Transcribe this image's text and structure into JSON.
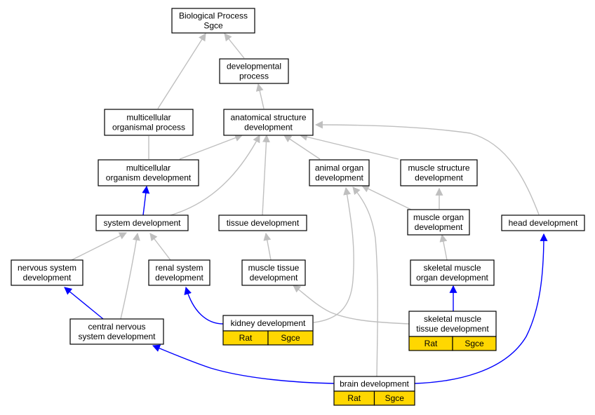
{
  "colors": {
    "is_a": "#bfbfbf",
    "part_of": "#0000ff",
    "annotation": "#ffd700"
  },
  "nodes": {
    "bp": {
      "lines": [
        "Biological Process",
        "Sgce"
      ]
    },
    "dev": {
      "lines": [
        "developmental",
        "process"
      ]
    },
    "mop": {
      "lines": [
        "multicellular",
        "organismal process"
      ]
    },
    "asd": {
      "lines": [
        "anatomical structure",
        "development"
      ]
    },
    "mod": {
      "lines": [
        "multicellular",
        "organism development"
      ]
    },
    "aod": {
      "lines": [
        "animal organ",
        "development"
      ]
    },
    "msd": {
      "lines": [
        "muscle structure",
        "development"
      ]
    },
    "sysd": {
      "lines": [
        "system development"
      ]
    },
    "tisd": {
      "lines": [
        "tissue development"
      ]
    },
    "muod": {
      "lines": [
        "muscle organ",
        "development"
      ]
    },
    "head": {
      "lines": [
        "head development"
      ]
    },
    "nsd": {
      "lines": [
        "nervous system",
        "development"
      ]
    },
    "rsd": {
      "lines": [
        "renal system",
        "development"
      ]
    },
    "mtd": {
      "lines": [
        "muscle tissue",
        "development"
      ]
    },
    "smod": {
      "lines": [
        "skeletal muscle",
        "organ development"
      ]
    },
    "cnsd": {
      "lines": [
        "central nervous",
        "system development"
      ]
    },
    "kid": {
      "lines": [
        "kidney development"
      ],
      "tags": [
        "Rat",
        "Sgce"
      ]
    },
    "smtd": {
      "lines": [
        "skeletal muscle",
        "tissue development"
      ],
      "tags": [
        "Rat",
        "Sgce"
      ]
    },
    "brain": {
      "lines": [
        "brain development"
      ],
      "tags": [
        "Rat",
        "Sgce"
      ]
    }
  }
}
